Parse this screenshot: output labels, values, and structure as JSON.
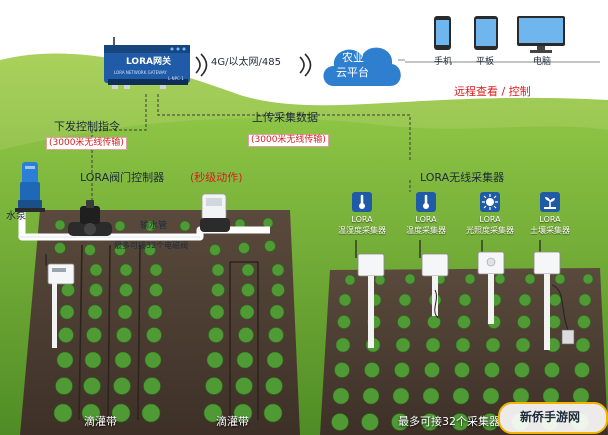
{
  "gateway": {
    "label": "LORA网关",
    "sublabel": "LORA NETWORK GATEWAY",
    "model": "L-NPC-1"
  },
  "network": {
    "protocols": "4G/以太网/485"
  },
  "cloud": {
    "line1": "农业",
    "line2": "云平台"
  },
  "devices": [
    {
      "label": "手机",
      "icon": "phone-icon"
    },
    {
      "label": "平板",
      "icon": "tablet-icon"
    },
    {
      "label": "电脑",
      "icon": "monitor-icon"
    }
  ],
  "remote": {
    "label": "远程查看 / 控制"
  },
  "downlink": {
    "title": "下发控制指令",
    "range": "(3000米无线传输)"
  },
  "uplink": {
    "title": "上传采集数据",
    "range": "(3000米无线传输)"
  },
  "valve_controller": {
    "title": "LORA阀门控制器",
    "tag": "(秒级动作)"
  },
  "collector": {
    "title": "LORA无线采集器"
  },
  "pump": {
    "label": "水泵"
  },
  "pipe": {
    "label": "输水管",
    "capacity": "最多可接32个电磁阀"
  },
  "drip": {
    "left": "滴灌带",
    "right": "滴灌带"
  },
  "sensors": [
    {
      "line1": "LORA",
      "line2": "温湿度采集器",
      "icon": "thermometer-icon"
    },
    {
      "line1": "LORA",
      "line2": "温度采集器",
      "icon": "thermometer-icon"
    },
    {
      "line1": "LORA",
      "line2": "光照度采集器",
      "icon": "sun-icon"
    },
    {
      "line1": "LORA",
      "line2": "土壤采集器",
      "icon": "plant-icon"
    }
  ],
  "collector_capacity": {
    "label": "最多可接32个采集器"
  },
  "watermark": {
    "label": "新侨手游网"
  },
  "colors": {
    "sky": "#ffffff",
    "hill": "#8fc24a",
    "soil": "#5b4a3c",
    "pipe": "#ffffff",
    "cloud": "#2f7fd0",
    "accent_red": "#d81e1e"
  }
}
